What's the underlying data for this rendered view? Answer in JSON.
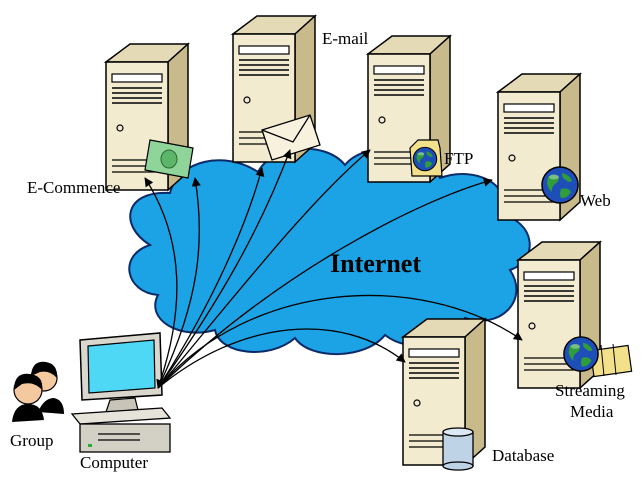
{
  "diagram": {
    "center_label": "Internet",
    "nodes": {
      "ecommerce": {
        "label": "E-Commence",
        "icon": "money-icon"
      },
      "email": {
        "label": "E-mail",
        "icon": "envelope-icon"
      },
      "ftp": {
        "label": "FTP",
        "icon": "folder-globe-icon"
      },
      "web": {
        "label": "Web",
        "icon": "globe-icon"
      },
      "streaming": {
        "label_line1": "Streaming",
        "label_line2": "Media",
        "icon": "film-icon"
      },
      "database": {
        "label": "Database",
        "icon": "database-icon"
      },
      "computer": {
        "label": "Computer",
        "icon": "monitor-icon"
      },
      "group": {
        "label": "Group",
        "icon": "users-icon"
      }
    },
    "colors": {
      "cloud": "#1BA3E5",
      "cloud_stroke": "#0A2A6A",
      "server_body": "#F3EBD0",
      "server_side": "#C9BA8C",
      "screen": "#4FD8F5",
      "money": "#8FD59A",
      "globe_sea": "#1E4FB8",
      "globe_land": "#2F9E3A",
      "film": "#F2E08A",
      "database": "#BFD3E6"
    }
  }
}
